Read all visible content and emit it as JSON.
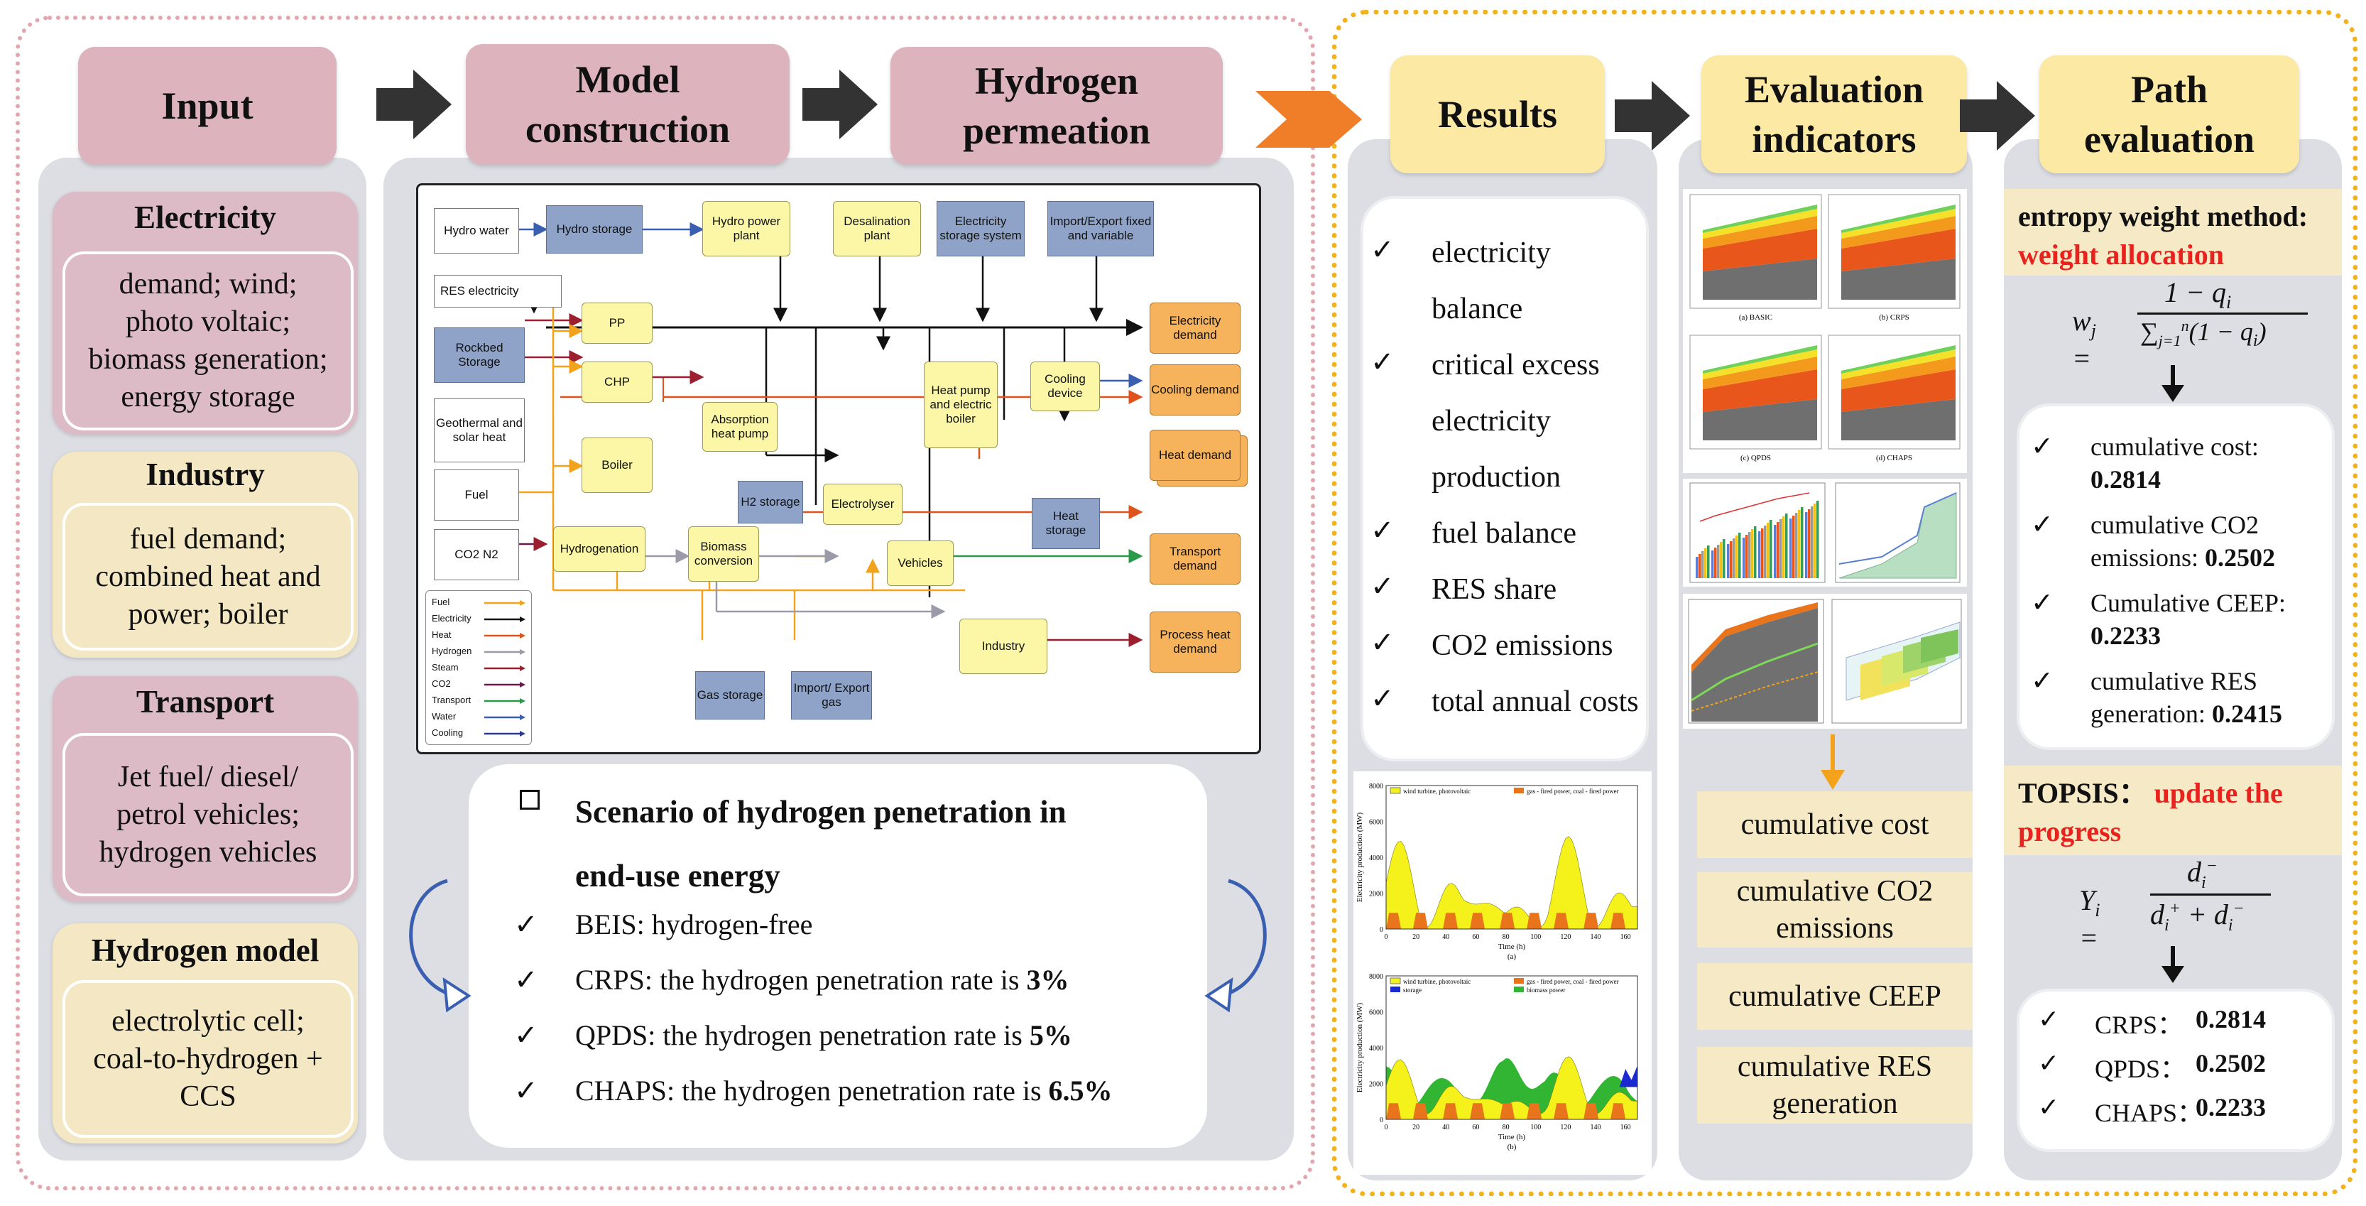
{
  "colors": {
    "pink": "#ddb3bd",
    "yellow": "#fbe9a4",
    "red": "#e8231e",
    "orange_arrow": "#f07e28"
  },
  "stages": {
    "input": "Input",
    "model": [
      "Model",
      "construction"
    ],
    "hydrogen": [
      "Hydrogen",
      "permeation"
    ],
    "results": "Results",
    "evaluation": [
      "Evaluation",
      "indicators"
    ],
    "path": [
      "Path",
      "evaluation"
    ]
  },
  "inputs": [
    {
      "title": "Electricity",
      "lines": [
        "demand; wind;",
        "photo voltaic;",
        "biomass generation;",
        "energy storage"
      ]
    },
    {
      "title": "Industry",
      "lines": [
        "fuel demand;",
        "combined heat and",
        "power; boiler"
      ]
    },
    {
      "title": "Transport",
      "lines": [
        "Jet fuel/ diesel/",
        "petrol vehicles;",
        "hydrogen vehicles"
      ]
    },
    {
      "title": "Hydrogen model",
      "lines": [
        "electrolytic cell;",
        "coal-to-hydrogen +",
        "CCS"
      ]
    }
  ],
  "diagram": {
    "nodes": {
      "hydro_water": "Hydro water",
      "hydro_storage": "Hydro storage",
      "hydro_power": "Hydro power plant",
      "desal": "Desalination plant",
      "elec_storage": "Electricity storage system",
      "import_export": "Import/Export fixed and variable",
      "res_elec": "RES electricity",
      "rockbed": "Rockbed Storage",
      "pp": "PP",
      "chp": "CHP",
      "geothermal": "Geothermal and solar heat",
      "absorption": "Absorption heat pump",
      "heat_pump": "Heat pump and electric boiler",
      "cooling_device": "Cooling device",
      "fuel": "Fuel",
      "boiler": "Boiler",
      "h2_storage": "H2 storage",
      "electrolyser": "Electrolyser",
      "heat_storage": "Heat storage",
      "co2n2": "CO2 N2",
      "hydrogenation": "Hydrogenation",
      "biomass": "Biomass conversion",
      "vehicles": "Vehicles",
      "industry": "Industry",
      "gas_storage": "Gas storage",
      "import_gas": "Import/ Export gas",
      "elec_demand": "Electricity demand",
      "cooling_demand": "Cooling demand",
      "heat_demand": "Heat demand",
      "transport_demand": "Transport demand",
      "process_heat": "Process heat demand"
    },
    "legend": [
      {
        "label": "Fuel",
        "color": "#f2a31b"
      },
      {
        "label": "Electricity",
        "color": "#111111"
      },
      {
        "label": "Heat",
        "color": "#e0521b"
      },
      {
        "label": "Hydrogen",
        "color": "#9a9aa8"
      },
      {
        "label": "Steam",
        "color": "#9c1f2f"
      },
      {
        "label": "CO2",
        "color": "#6a1a4a"
      },
      {
        "label": "Transport",
        "color": "#2a9a4a"
      },
      {
        "label": "Water",
        "color": "#3a5fb0"
      },
      {
        "label": "Cooling",
        "color": "#2a3a8a"
      }
    ]
  },
  "scenario": {
    "title_line1": "Scenario of hydrogen penetration in",
    "title_line2": "end-use energy",
    "items": [
      {
        "text": "BEIS: hydrogen-free",
        "bold": ""
      },
      {
        "text": "CRPS: the hydrogen penetration rate is ",
        "bold": "3%"
      },
      {
        "text": "QPDS: the hydrogen penetration rate is ",
        "bold": "5%"
      },
      {
        "text": "CHAPS: the hydrogen penetration rate is ",
        "bold": "6.5%"
      }
    ]
  },
  "results": {
    "items": [
      "electricity",
      "balance",
      "critical excess",
      "electricity",
      "production",
      "fuel balance",
      "RES share",
      "CO2 emissions",
      "total annual costs"
    ]
  },
  "result_plots": {
    "top": {
      "legend1": "wind turbine, photovoltaic",
      "legend2": "gas - fired power, coal - fired power",
      "ylabel": "Electricity production (MW)",
      "xlabel": "Time (h)",
      "caption": "(a)",
      "yticks": [
        "0",
        "2000",
        "4000",
        "6000",
        "8000"
      ],
      "xticks": [
        "0",
        "20",
        "40",
        "60",
        "80",
        "100",
        "120",
        "140",
        "160"
      ]
    },
    "bottom": {
      "legend1": "wind turbine, photovoltaic",
      "legend2": "gas - fired power, coal - fired power",
      "legend3": "storage",
      "legend4": "biomass power",
      "ylabel": "Electricity production (MW)",
      "xlabel": "Time (h)",
      "caption": "(b)",
      "yticks": [
        "0",
        "2000",
        "4000",
        "6000",
        "8000"
      ],
      "xticks": [
        "0",
        "20",
        "40",
        "60",
        "80",
        "100",
        "120",
        "140",
        "160"
      ]
    }
  },
  "evaluation": {
    "thumb_labels": [
      "(a) BASIC",
      "(b) CRPS",
      "(c) QPDS",
      "(d) CHAPS"
    ],
    "items": [
      [
        "cumulative cost"
      ],
      [
        "cumulative CO2",
        "emissions"
      ],
      [
        "cumulative CEEP"
      ],
      [
        "cumulative RES",
        "generation"
      ]
    ]
  },
  "path": {
    "entropy_line1": "entropy weight method:",
    "entropy_line2": "weight allocation",
    "weights": [
      {
        "label": "cumulative cost:",
        "value": "0.2814"
      },
      {
        "label": "cumulative CO2 emissions:",
        "value": "0.2502"
      },
      {
        "label": "Cumulative CEEP:",
        "value": "0.2233"
      },
      {
        "label": "cumulative RES generation:",
        "value": "0.2415"
      }
    ],
    "topsis_label": "TOPSIS：",
    "topsis_red1": "update the",
    "topsis_red2": "progress",
    "scores": [
      {
        "label": "CRPS：",
        "value": "0.2814"
      },
      {
        "label": "QPDS：",
        "value": "0.2502"
      },
      {
        "label": "CHAPS：",
        "value": "0.2233"
      }
    ]
  }
}
